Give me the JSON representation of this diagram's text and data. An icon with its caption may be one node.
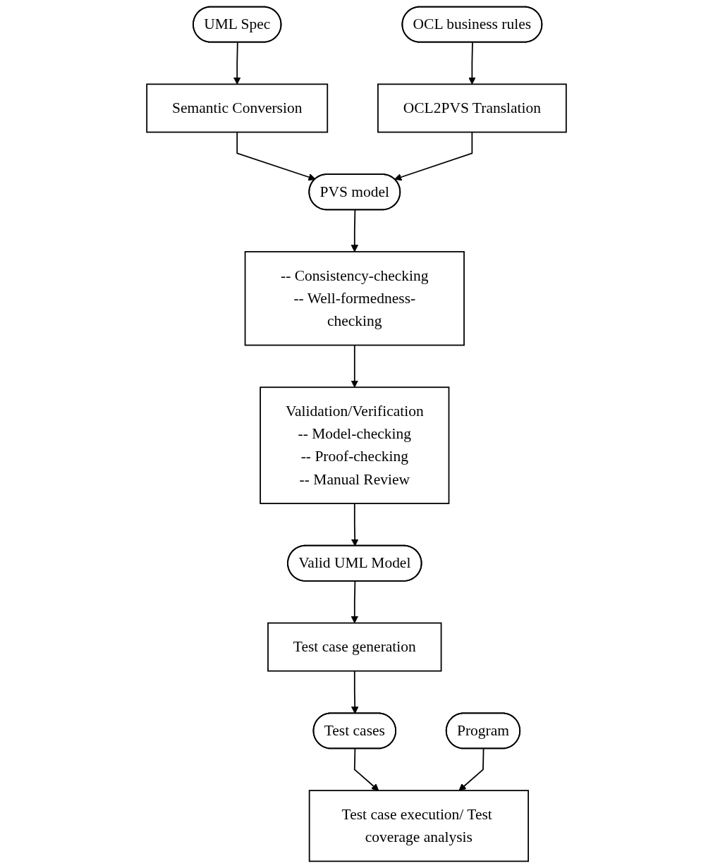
{
  "diagram": {
    "nodes": [
      {
        "text": [
          "UML Spec"
        ]
      },
      {
        "text": [
          "OCL business rules"
        ]
      },
      {
        "text": [
          "Semantic Conversion"
        ]
      },
      {
        "text": [
          "OCL2PVS Translation"
        ]
      },
      {
        "text": [
          "PVS model"
        ]
      },
      {
        "text": [
          "-- Consistency-checking",
          "-- Well-formedness-checking"
        ]
      },
      {
        "text": [
          "Validation/Verification",
          "-- Model-checking",
          "-- Proof-checking",
          "-- Manual Review"
        ]
      },
      {
        "text": [
          "Valid UML Model"
        ]
      },
      {
        "text": [
          "Test case generation"
        ]
      },
      {
        "text": [
          "Test cases"
        ]
      },
      {
        "text": [
          "Program"
        ]
      },
      {
        "text": [
          "Test case execution/ Test coverage analysis"
        ]
      }
    ],
    "edges": [
      {
        "from": 0,
        "to": 2,
        "arrow": "to"
      },
      {
        "from": 1,
        "to": 3,
        "arrow": "to"
      },
      {
        "from": 2,
        "to": 4,
        "arrow": "to"
      },
      {
        "from": 3,
        "to": 4,
        "arrow": "to"
      },
      {
        "from": 4,
        "to": 5,
        "arrow": "to"
      },
      {
        "from": 5,
        "to": 6,
        "arrow": "to"
      },
      {
        "from": 6,
        "to": 7,
        "arrow": "to"
      },
      {
        "from": 7,
        "to": 8,
        "arrow": "to"
      },
      {
        "from": 8,
        "to": 9,
        "arrow": "to"
      },
      {
        "from": 9,
        "to": 11,
        "arrow": "to"
      },
      {
        "from": 10,
        "to": 11,
        "arrow": "to"
      }
    ]
  }
}
